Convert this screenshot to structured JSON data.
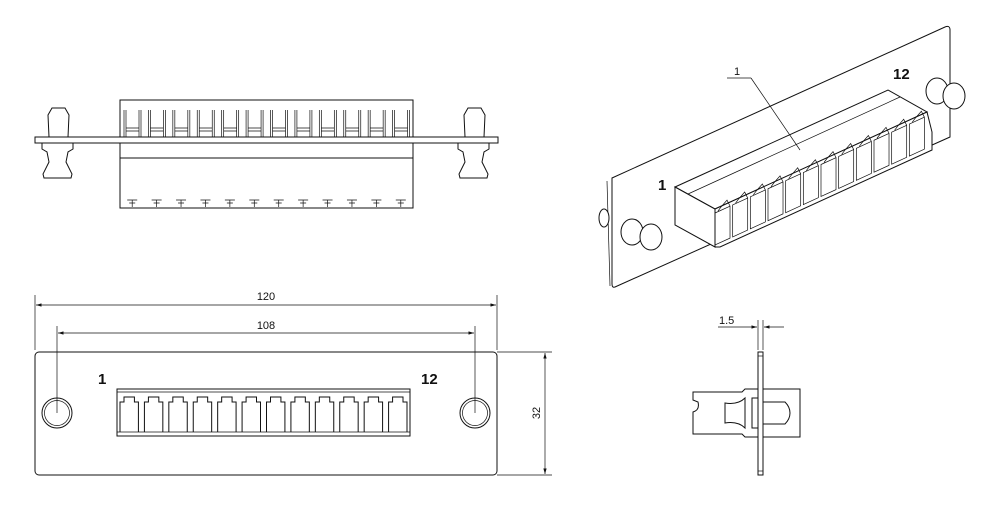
{
  "drawing": {
    "port_count": 12,
    "colors": {
      "line": "#111111",
      "background": "#ffffff"
    },
    "front_view": {
      "port_label_first": "1",
      "port_label_last": "12",
      "dim_overall_width": "120",
      "dim_hole_spacing": "108",
      "dim_height": "32"
    },
    "side_view": {
      "dim_plate_thickness": "1.5"
    },
    "iso_view": {
      "port_label_first": "1",
      "port_label_last": "12",
      "callout": "1"
    }
  }
}
